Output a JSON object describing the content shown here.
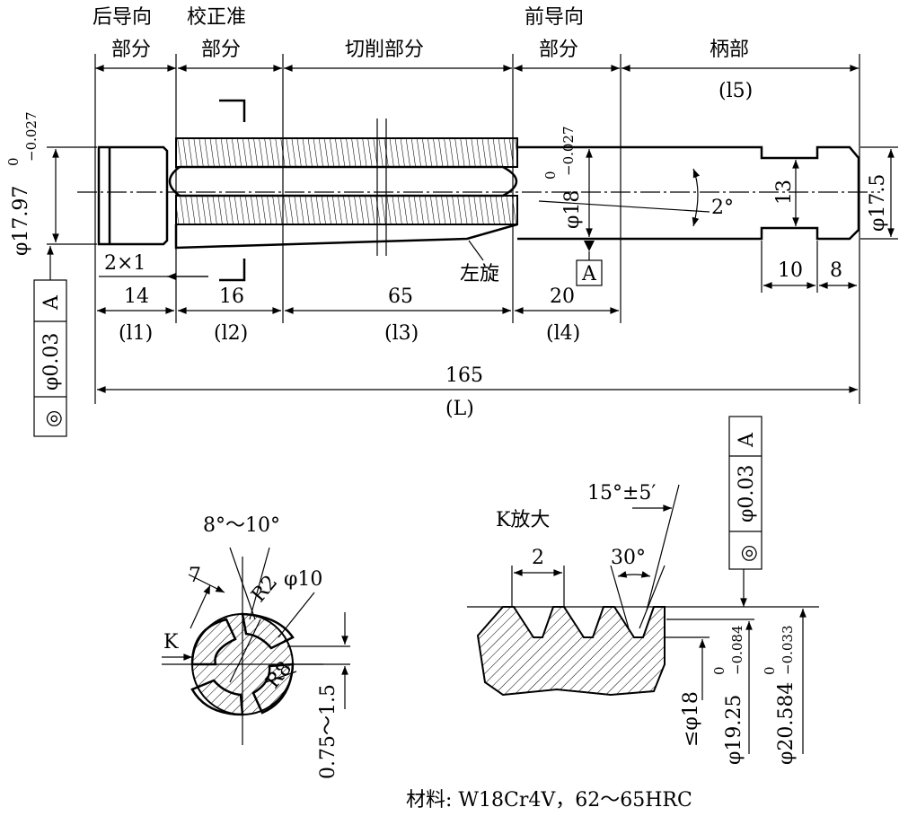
{
  "sections": {
    "rear_guide": [
      "后导向",
      "部分"
    ],
    "calibrating": [
      "校正准",
      "部分"
    ],
    "cutting": "切削部分",
    "front_guide": [
      "前导向",
      "部分"
    ],
    "shank": "柄部",
    "shank_symbol": "(l5)"
  },
  "dims": {
    "l1_value": "14",
    "l1_symbol": "(l1)",
    "l2_value": "16",
    "l2_symbol": "(l2)",
    "l3_value": "65",
    "l3_symbol": "(l3)",
    "l4_value": "20",
    "l4_symbol": "(l4)",
    "total_value": "165",
    "total_symbol": "(L)",
    "chamfer": "2×1",
    "shank_groove_w": "10",
    "shank_groove_end": "8",
    "groove_dia": "13",
    "shank_dia": "φ17.5",
    "taper_angle": "2°",
    "left_hand": "左旋",
    "datum": "A",
    "rear_dia": "φ17.97",
    "rear_dia_tol_upper": "0",
    "rear_dia_tol_lower": "−0.027",
    "front_dia": "φ18",
    "front_dia_tol_upper": "0",
    "front_dia_tol_lower": "−0.027"
  },
  "tolerance_frames": {
    "left": {
      "symbol": "◎",
      "value": "φ0.03",
      "datum": "A"
    },
    "right": {
      "symbol": "◎",
      "value": "φ0.03",
      "datum": "A"
    }
  },
  "section_view": {
    "angle": "8°～10°",
    "width": "7",
    "radius_small": "R2",
    "diameter": "φ10",
    "radius_large": "R8",
    "depth": "0.75～1.5",
    "view_label": "K"
  },
  "detail_view": {
    "title": "K放大",
    "pitch": "2",
    "angle_tol": "15°±5′",
    "thread_angle": "30°",
    "root_dia": "≤φ18",
    "d1": "φ19.25",
    "d1_tol_upper": "0",
    "d1_tol_lower": "−0.084",
    "d2": "φ20.584",
    "d2_tol_upper": "0",
    "d2_tol_lower": "−0.033"
  },
  "material_note": "材料: W18Cr4V，62～65HRC"
}
